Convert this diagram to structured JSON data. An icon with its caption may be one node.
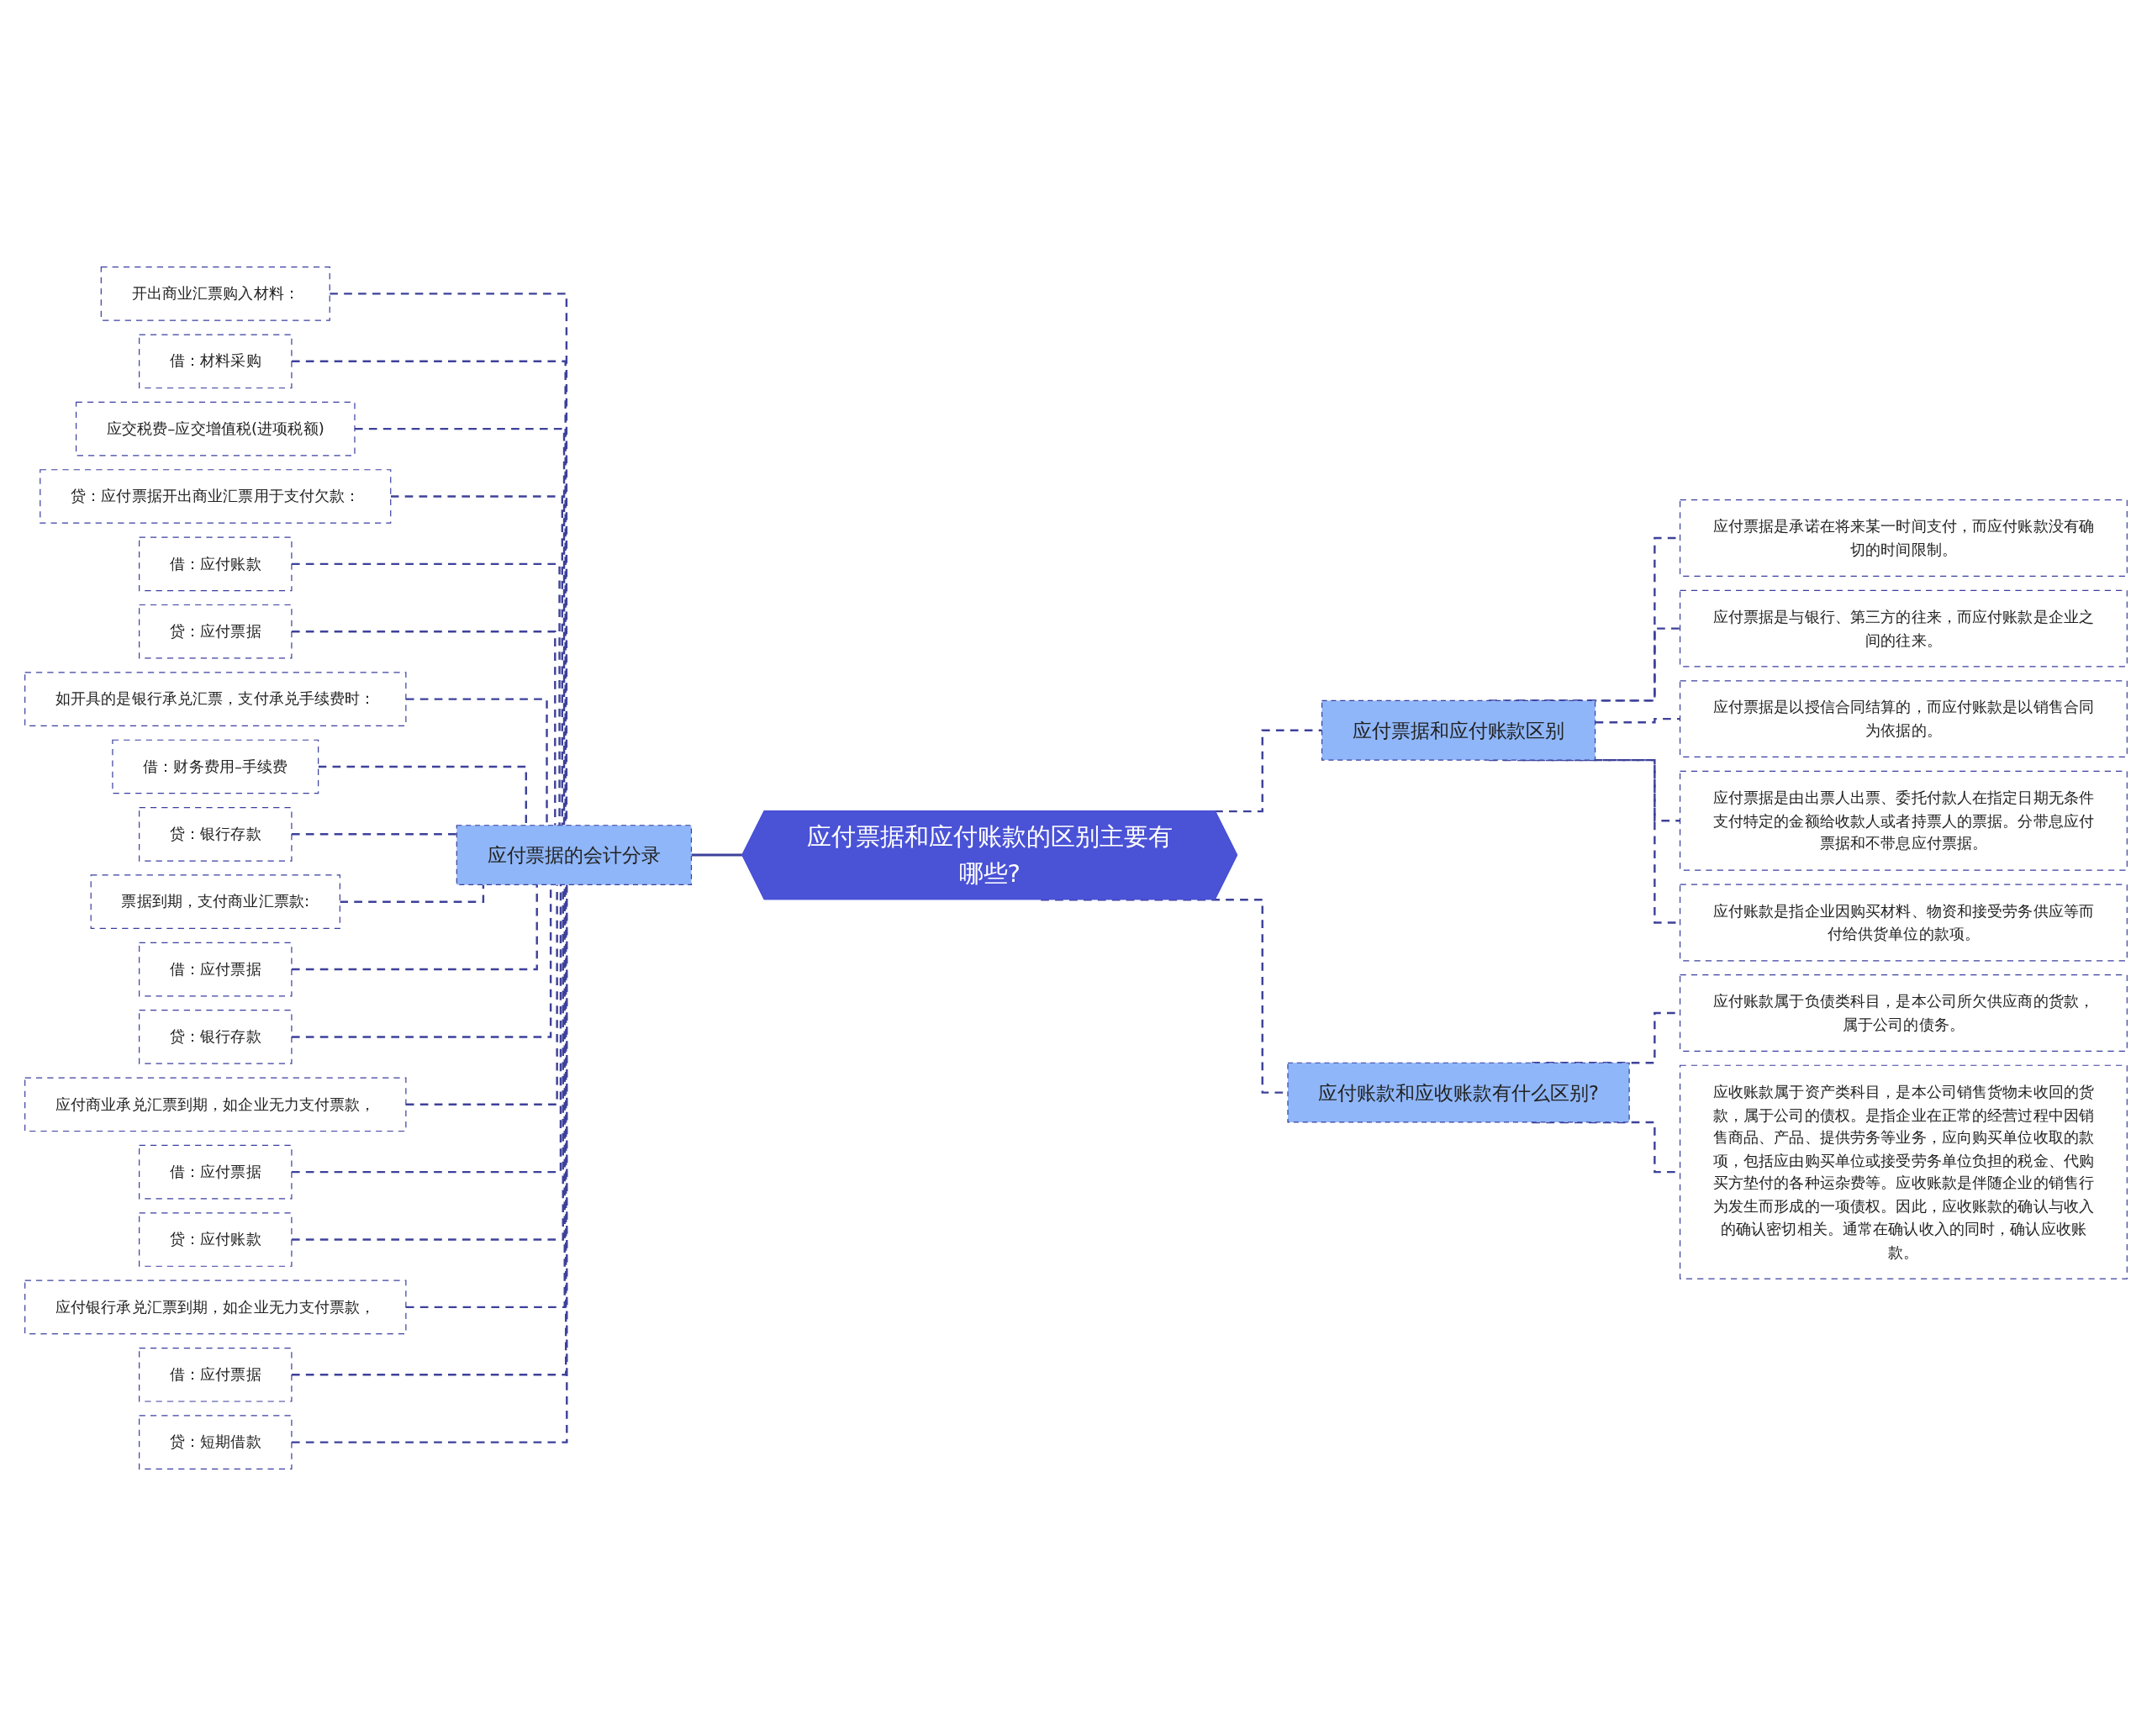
{
  "diagram": {
    "nodes": [
      {
        "text": [
          "应付票据和应付账款的区别主要有哪些?"
        ]
      },
      {
        "text": [
          "应付票据的会计分录"
        ]
      },
      {
        "text": [
          "开出商业汇票购入材料："
        ]
      },
      {
        "text": [
          "借：材料采购"
        ]
      },
      {
        "text": [
          "应交税费–应交增值税(进项税额)"
        ]
      },
      {
        "text": [
          "贷：应付票据开出商业汇票用于支付欠款："
        ]
      },
      {
        "text": [
          "借：应付账款"
        ]
      },
      {
        "text": [
          "贷：应付票据"
        ]
      },
      {
        "text": [
          "如开具的是银行承兑汇票，支付承兑手续费时："
        ]
      },
      {
        "text": [
          "借：财务费用–手续费"
        ]
      },
      {
        "text": [
          "贷：银行存款"
        ]
      },
      {
        "text": [
          "票据到期，支付商业汇票款:"
        ]
      },
      {
        "text": [
          "借：应付票据"
        ]
      },
      {
        "text": [
          "贷：银行存款"
        ]
      },
      {
        "text": [
          "应付商业承兑汇票到期，如企业无力支付票款，"
        ]
      },
      {
        "text": [
          "借：应付票据"
        ]
      },
      {
        "text": [
          "贷：应付账款"
        ]
      },
      {
        "text": [
          "应付银行承兑汇票到期，如企业无力支付票款，"
        ]
      },
      {
        "text": [
          "借：应付票据"
        ]
      },
      {
        "text": [
          "贷：短期借款"
        ]
      },
      {
        "text": [
          "应付票据和应付账款区别"
        ]
      },
      {
        "text": [
          "应付票据是承诺在将来某一时间支付，而应付账款没有确切的时间限制。"
        ]
      },
      {
        "text": [
          "应付票据是与银行、第三方的往来，而应付账款是企业之间的往来。"
        ]
      },
      {
        "text": [
          "应付票据是以授信合同结算的，而应付账款是以销售合同为依据的。"
        ]
      },
      {
        "text": [
          "应付票据是由出票人出票、委托付款人在指定日期无条件支付特定的金额给收款人或者持票人的票据。分带息应付票据和不带息应付票据。"
        ]
      },
      {
        "text": [
          "应付账款是指企业因购买材料、物资和接受劳务供应等而付给供货单位的款项。"
        ]
      },
      {
        "text": [
          "应付账款和应收账款有什么区别?"
        ]
      },
      {
        "text": [
          "应付账款属于负债类科目，是本公司所欠供应商的货款，属于公司的债务。"
        ]
      },
      {
        "text": [
          "应收账款属于资产类科目，是本公司销售货物未收回的货款，属于公司的债权。是指企业在正常的经营过程中因销售商品、产品、提供劳务等业务，应向购买单位收取的款项，包括应由购买单位或接受劳务单位负担的税金、代购买方垫付的各种运杂费等。应收账款是伴随企业的销售行为发生而形成的一项债权。因此，应收账款的确认与收入的确认密切相关。通常在确认收入的同时，确认应收账款。"
        ]
      }
    ],
    "edges": [
      {
        "from": 0,
        "to": 1,
        "arrow": "none"
      },
      {
        "from": 1,
        "to": 2,
        "arrow": "none",
        "style": "dashed"
      },
      {
        "from": 1,
        "to": 3,
        "arrow": "none",
        "style": "dashed"
      },
      {
        "from": 1,
        "to": 4,
        "arrow": "none",
        "style": "dashed"
      },
      {
        "from": 1,
        "to": 5,
        "arrow": "none",
        "style": "dashed"
      },
      {
        "from": 1,
        "to": 6,
        "arrow": "none",
        "style": "dashed"
      },
      {
        "from": 1,
        "to": 7,
        "arrow": "none",
        "style": "dashed"
      },
      {
        "from": 1,
        "to": 8,
        "arrow": "none",
        "style": "dashed"
      },
      {
        "from": 1,
        "to": 9,
        "arrow": "none",
        "style": "dashed"
      },
      {
        "from": 1,
        "to": 10,
        "arrow": "none",
        "style": "dashed"
      },
      {
        "from": 1,
        "to": 11,
        "arrow": "none",
        "style": "dashed"
      },
      {
        "from": 1,
        "to": 12,
        "arrow": "none",
        "style": "dashed"
      },
      {
        "from": 1,
        "to": 13,
        "arrow": "none",
        "style": "dashed"
      },
      {
        "from": 1,
        "to": 14,
        "arrow": "none",
        "style": "dashed"
      },
      {
        "from": 1,
        "to": 15,
        "arrow": "none",
        "style": "dashed"
      },
      {
        "from": 1,
        "to": 16,
        "arrow": "none",
        "style": "dashed"
      },
      {
        "from": 1,
        "to": 17,
        "arrow": "none",
        "style": "dashed"
      },
      {
        "from": 1,
        "to": 18,
        "arrow": "none",
        "style": "dashed"
      },
      {
        "from": 1,
        "to": 19,
        "arrow": "none",
        "style": "dashed"
      },
      {
        "from": 0,
        "to": 20,
        "arrow": "none",
        "style": "dashed"
      },
      {
        "from": 20,
        "to": 21,
        "arrow": "none",
        "style": "dashed"
      },
      {
        "from": 20,
        "to": 22,
        "arrow": "none",
        "style": "dashed"
      },
      {
        "from": 20,
        "to": 23,
        "arrow": "none",
        "style": "dashed"
      },
      {
        "from": 20,
        "to": 24,
        "arrow": "none",
        "style": "dashed"
      },
      {
        "from": 20,
        "to": 25,
        "arrow": "none",
        "style": "dashed"
      },
      {
        "from": 0,
        "to": 26,
        "arrow": "none",
        "style": "dashed"
      },
      {
        "from": 26,
        "to": 27,
        "arrow": "none",
        "style": "dashed"
      },
      {
        "from": 26,
        "to": 28,
        "arrow": "none",
        "style": "dashed"
      }
    ]
  }
}
